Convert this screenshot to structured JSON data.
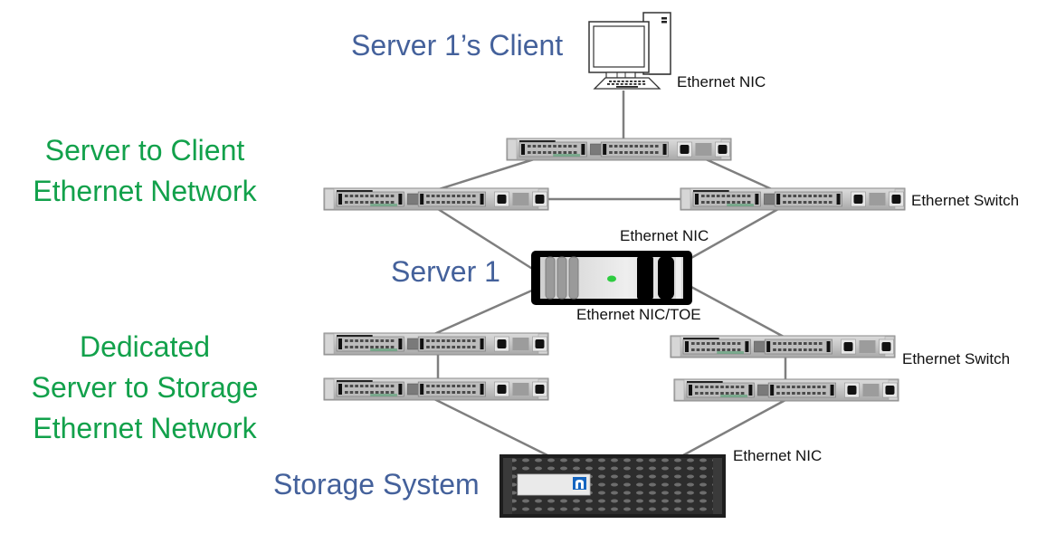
{
  "diagram": {
    "title_labels": {
      "client": "Server 1’s Client",
      "server": "Server 1",
      "storage": "Storage System"
    },
    "network_labels": {
      "client_network": [
        "Server to Client",
        "Ethernet Network"
      ],
      "storage_network": [
        "Dedicated",
        "Server to Storage",
        "Ethernet Network"
      ]
    },
    "component_labels": {
      "client_nic": "Ethernet NIC",
      "top_switch": "Ethernet Switch",
      "server_nic": "Ethernet NIC",
      "server_nic_toe": "Ethernet NIC/TOE",
      "bottom_switch": "Ethernet Switch",
      "storage_nic": "Ethernet NIC"
    },
    "colors": {
      "heading_blue": "#44619b",
      "network_green": "#12a14b",
      "link_gray": "#7f7f7f",
      "server_led": "#2ecc40",
      "storage_logo": "#1565c0"
    },
    "nodes": [
      {
        "id": "client",
        "type": "workstation"
      },
      {
        "id": "sw-core",
        "type": "switch"
      },
      {
        "id": "sw-left",
        "type": "switch"
      },
      {
        "id": "sw-right",
        "type": "switch"
      },
      {
        "id": "server1",
        "type": "server"
      },
      {
        "id": "sw-sl1",
        "type": "switch"
      },
      {
        "id": "sw-sl2",
        "type": "switch"
      },
      {
        "id": "sw-sr1",
        "type": "switch"
      },
      {
        "id": "sw-sr2",
        "type": "switch"
      },
      {
        "id": "storage",
        "type": "storage"
      }
    ],
    "links": [
      [
        "client",
        "sw-core"
      ],
      [
        "sw-core",
        "sw-left"
      ],
      [
        "sw-core",
        "sw-right"
      ],
      [
        "sw-left",
        "sw-right"
      ],
      [
        "sw-left",
        "server1"
      ],
      [
        "sw-right",
        "server1"
      ],
      [
        "server1",
        "sw-sl1"
      ],
      [
        "server1",
        "sw-sr1"
      ],
      [
        "sw-sl1",
        "sw-sl2"
      ],
      [
        "sw-sr1",
        "sw-sr2"
      ],
      [
        "sw-sl2",
        "storage"
      ],
      [
        "sw-sr2",
        "storage"
      ]
    ]
  }
}
